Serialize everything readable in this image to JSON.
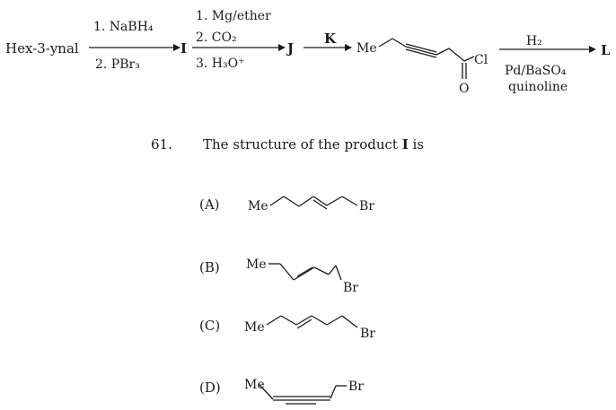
{
  "scheme": {
    "start": "Hex-3-ynal",
    "step1": {
      "above": "1. NaBH₄",
      "below": "2. PBr₃"
    },
    "product_i": "I",
    "step2": {
      "line1": "1. Mg/ether",
      "line2": "2. CO₂",
      "line3": "3. H₃O⁺"
    },
    "product_j": "J",
    "reagent_k": "K",
    "acyl_me": "Me",
    "acyl_cl": "Cl",
    "acyl_o": "O",
    "step4": {
      "above": "H₂",
      "below1": "Pd/BaSO₄",
      "below2": "quinoline"
    },
    "product_l": "L"
  },
  "question": {
    "number": "61.",
    "text_prefix": "The structure of the product ",
    "text_bold": "I",
    "text_suffix": " is"
  },
  "options": [
    {
      "label": "(A)",
      "me": "Me",
      "br": "Br"
    },
    {
      "label": "(B)",
      "me": "Me",
      "br": "Br"
    },
    {
      "label": "(C)",
      "me": "Me",
      "br": "Br"
    },
    {
      "label": "(D)",
      "me": "Me",
      "br": "Br"
    }
  ]
}
